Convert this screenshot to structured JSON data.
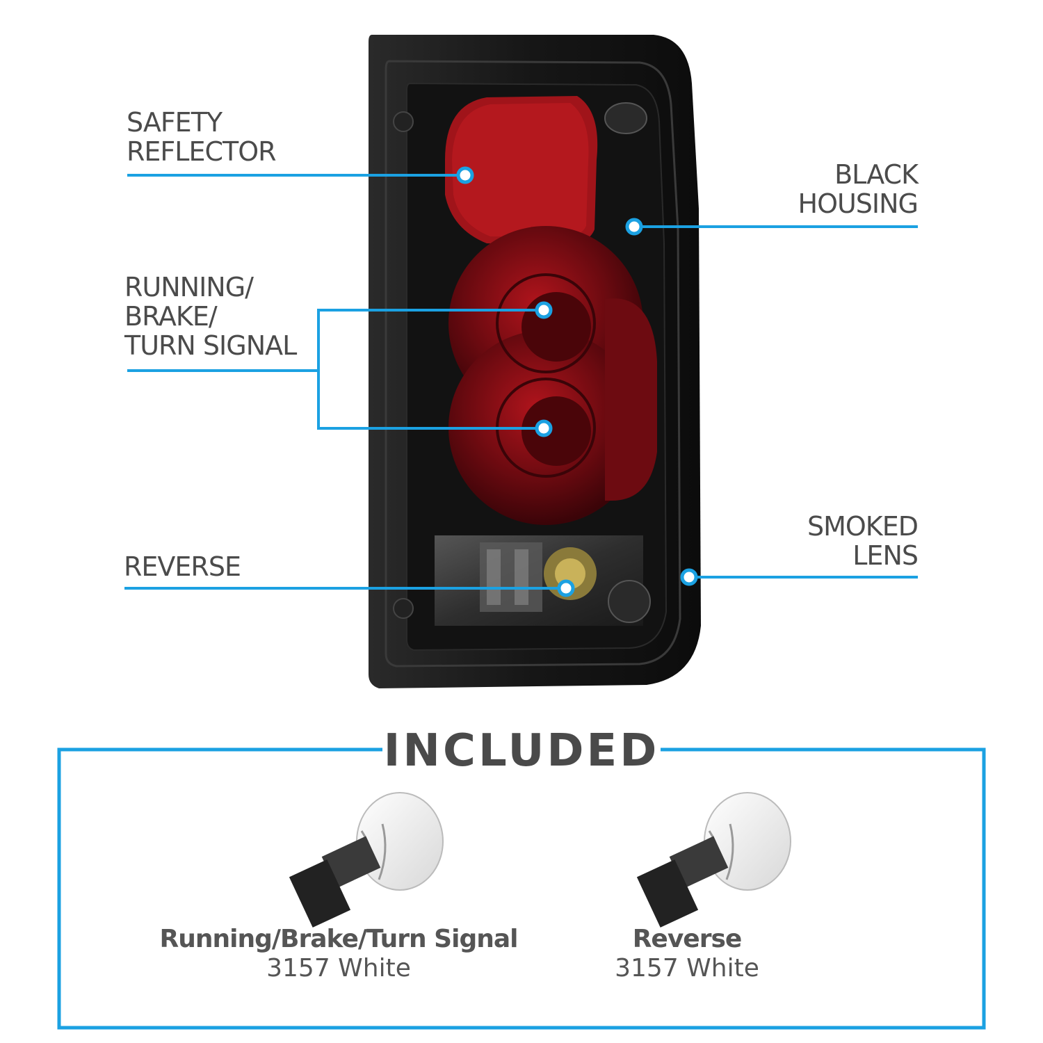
{
  "callouts": {
    "safety_reflector": [
      "SAFETY",
      "REFLECTOR"
    ],
    "black_housing": [
      "BLACK",
      "HOUSING"
    ],
    "running_brake_turn": [
      "RUNNING/",
      "BRAKE/",
      "TURN SIGNAL"
    ],
    "reverse": [
      "REVERSE"
    ],
    "smoked_lens": [
      "SMOKED",
      "LENS"
    ]
  },
  "included": {
    "title": "INCLUDED",
    "bulbs": [
      {
        "name": "Running/Brake/Turn Signal",
        "spec": "3157 White"
      },
      {
        "name": "Reverse",
        "spec": "3157 White"
      }
    ]
  },
  "colors": {
    "accent": "#1ba1e2",
    "text": "#4a4a4a",
    "housing": "#1a1a1a",
    "lens_red": "#7a0d12"
  },
  "icons": [
    "tail-light-assembly",
    "bulb-3157-icon",
    "bulb-3157-icon"
  ]
}
